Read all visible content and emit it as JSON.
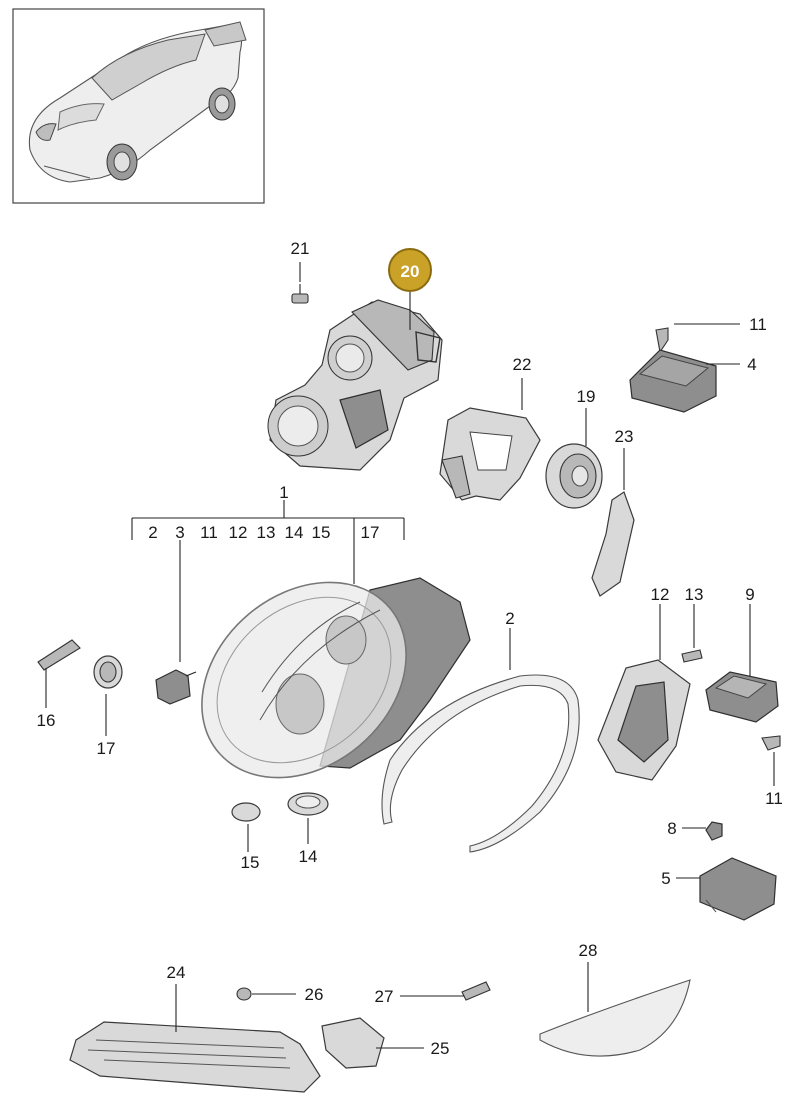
{
  "diagram": {
    "highlight_color": "#c9a227",
    "highlight_part": "20",
    "labels": {
      "p1": "1",
      "p2a": "2",
      "p3": "3",
      "p11a": "11",
      "p12a": "12",
      "p13a": "13",
      "p14a": "14",
      "p15a": "15",
      "p17a": "17",
      "p20": "20",
      "p21": "21",
      "p11b": "11",
      "p4": "4",
      "p22": "22",
      "p19": "19",
      "p23": "23",
      "p2b": "2",
      "p12b": "12",
      "p13b": "13",
      "p9": "9",
      "p16": "16",
      "p17b": "17",
      "p11c": "11",
      "p8": "8",
      "p5": "5",
      "p15b": "15",
      "p14b": "14",
      "p24": "24",
      "p26": "26",
      "p27": "27",
      "p25": "25",
      "p28": "28"
    },
    "icons": {
      "vehicle": "car-thumbnail-icon",
      "headlight": "headlight-assembly-icon"
    }
  }
}
